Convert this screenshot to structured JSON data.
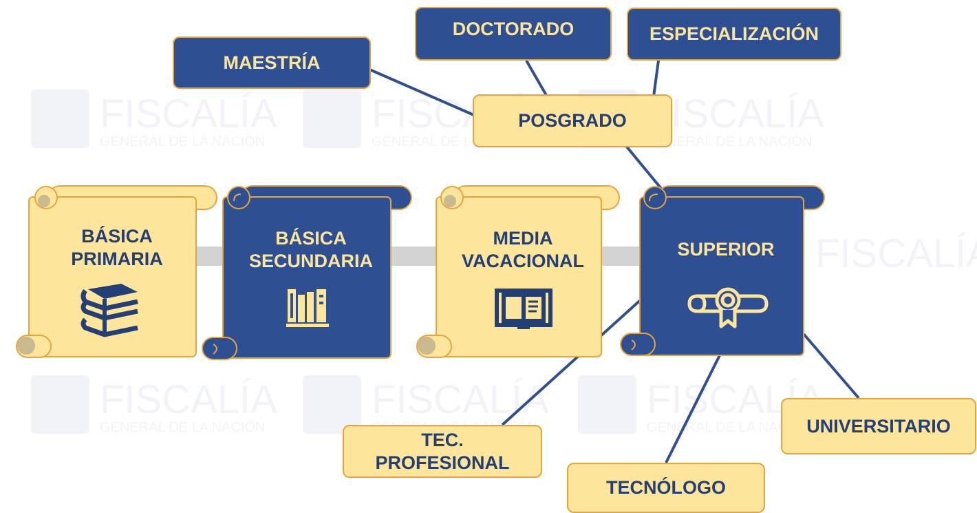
{
  "watermark": {
    "name": "FISCALÍA",
    "subtitle": "GENERAL DE LA NACIÓN"
  },
  "colors": {
    "navy": "#2e5092",
    "cream": "#fde59c",
    "border": "#e8a43a",
    "text_dark": "#233f73",
    "connector": "#2e5092"
  },
  "levels": [
    {
      "id": "basica-primaria",
      "line1": "BÁSICA",
      "line2": "PRIMARIA",
      "style": "cream",
      "icon": "books-stack-icon"
    },
    {
      "id": "basica-secundaria",
      "line1": "BÁSICA",
      "line2": "SECUNDARIA",
      "style": "blue",
      "icon": "bookshelf-icon"
    },
    {
      "id": "media-vacacional",
      "line1": "MEDIA",
      "line2": "VACACIONAL",
      "style": "cream",
      "icon": "open-book-icon"
    },
    {
      "id": "superior",
      "line1": "SUPERIOR",
      "line2": "",
      "style": "blue",
      "icon": "diploma-icon"
    }
  ],
  "posgrado": {
    "label": "POSGRADO",
    "children": {
      "maestria": "MAESTRÍA",
      "doctorado": "DOCTORADO",
      "especializacion": "ESPECIALIZACIÓN"
    }
  },
  "superior_children": {
    "tec_profesional_line1": "TEC.",
    "tec_profesional_line2": "PROFESIONAL",
    "tecnologo": "TECNÓLOGO",
    "universitario": "UNIVERSITARIO"
  }
}
